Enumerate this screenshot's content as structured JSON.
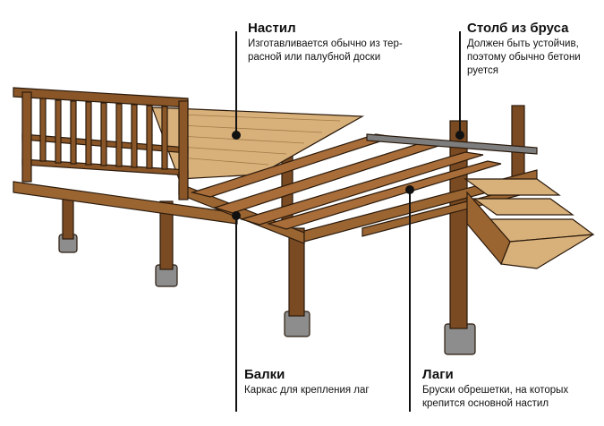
{
  "labels": {
    "decking": {
      "title": "Настил",
      "text": "Изготавливается обычно из тер-\nрасной или палубной доски"
    },
    "post": {
      "title": "Столб из бруса",
      "text": "Должен быть устойчив,\nпоэтому обычно бетони\nруется"
    },
    "beams": {
      "title": "Балки",
      "text": "Каркас для крепления лаг"
    },
    "joists": {
      "title": "Лаги",
      "text": "Бруски обрешетки, на которых\nкрепится основной настил"
    }
  },
  "colors": {
    "wood_dark": "#7a4a22",
    "wood_mid": "#9b6532",
    "wood_light": "#d8b07a",
    "concrete": "#8d8d8d",
    "line": "#111111"
  }
}
